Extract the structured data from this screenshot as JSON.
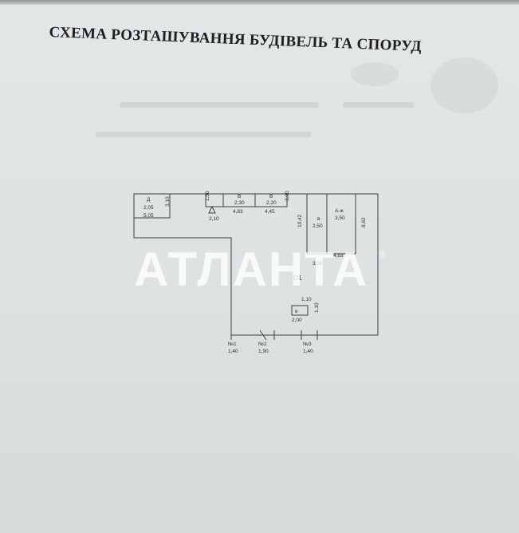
{
  "document": {
    "title": "СХЕМА РОЗТАШУВАННЯ БУДІВЕЛЬ ТА СПОРУД"
  },
  "watermark": {
    "text": "АТЛАНТА",
    "registered_mark": "®"
  },
  "plan": {
    "rooms": [
      {
        "letter": "Д",
        "value": "2,05"
      },
      {
        "letter": "В",
        "value": "2,30"
      },
      {
        "letter": "В",
        "value": "2,20"
      },
      {
        "letter": "в",
        "value": "2,50"
      },
      {
        "letter": "А-ж",
        "value": "3,50"
      },
      {
        "letter": "е",
        "value": "2,00"
      }
    ],
    "dimensions": {
      "d_width": "5,05",
      "d_side": "3,10",
      "a_width": "2,10",
      "b1_width": "4,83",
      "b2_width": "4,45",
      "b2_side": "3,00",
      "gap_small": "1,50",
      "v_height": "10,42",
      "a_height": "8,62",
      "a_bottom": "4,63",
      "v_bottom": "3,66",
      "e_top": "1,10",
      "e_side": "1,10",
      "yard_label": "О1"
    },
    "gates": [
      {
        "label": "№1",
        "value": "1,40"
      },
      {
        "label": "№2",
        "value": "1,90"
      },
      {
        "label": "№3",
        "value": "1,40"
      }
    ]
  }
}
